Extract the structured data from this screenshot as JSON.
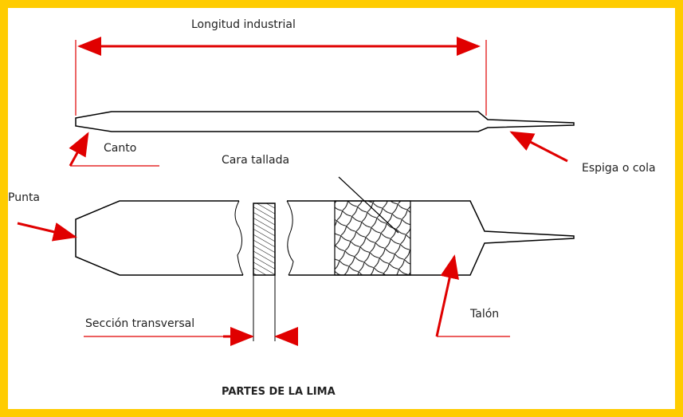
{
  "labels": {
    "length": "Longitud industrial",
    "edge": "Canto",
    "cut_face": "Cara tallada",
    "tang": "Espiga o cola",
    "tip": "Punta",
    "cross_section": "Sección transversal",
    "heel": "Talón"
  },
  "title": "PARTES DE LA LIMA",
  "colors": {
    "border": "#FFCC00",
    "arrow": "#E00000",
    "line": "#000000"
  }
}
